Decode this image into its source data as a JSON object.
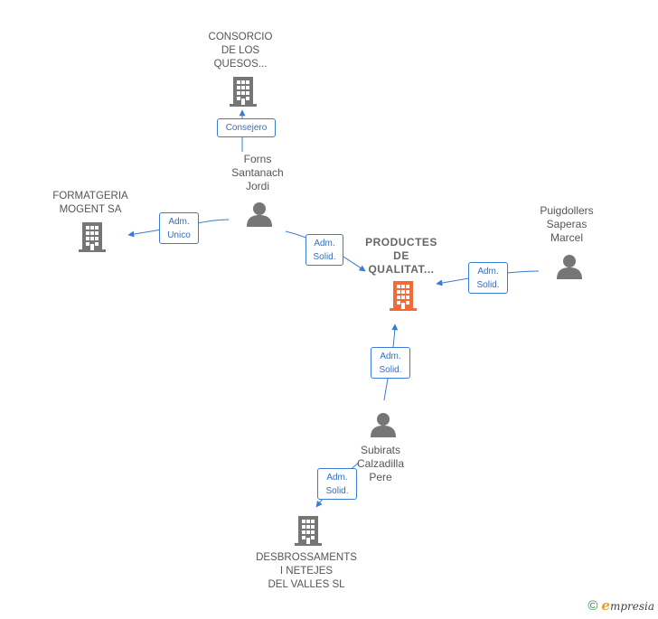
{
  "colors": {
    "accent": "#f26a35",
    "icon": "#767676",
    "edge": "#3a7bd5",
    "text": "#555555"
  },
  "nodes": {
    "consorcio": {
      "lines": [
        "CONSORCIO",
        "DE LOS",
        "QUESOS..."
      ],
      "type": "company"
    },
    "formatgeria": {
      "lines": [
        "FORMATGERIA",
        "MOGENT SA"
      ],
      "type": "company"
    },
    "productes": {
      "lines": [
        "PRODUCTES",
        "DE",
        "QUALITAT..."
      ],
      "type": "company-main"
    },
    "desbrossaments": {
      "lines": [
        "DESBROSSAMENTS",
        "I NETEJES",
        "DEL VALLES SL"
      ],
      "type": "company"
    },
    "forns": {
      "lines": [
        "Forns",
        "Santanach",
        "Jordi"
      ],
      "type": "person"
    },
    "puigdollers": {
      "lines": [
        "Puigdollers",
        "Saperas",
        "Marcel"
      ],
      "type": "person"
    },
    "subirats": {
      "lines": [
        "Subirats",
        "Calzadilla",
        "Pere"
      ],
      "type": "person"
    }
  },
  "edges": {
    "consejero": {
      "lines": [
        "Consejero"
      ]
    },
    "adm_unico": {
      "lines": [
        "Adm.",
        "Unico"
      ]
    },
    "forns_solid": {
      "lines": [
        "Adm.",
        "Solid."
      ]
    },
    "puig_solid": {
      "lines": [
        "Adm.",
        "Solid."
      ]
    },
    "subirats_solid": {
      "lines": [
        "Adm.",
        "Solid."
      ]
    },
    "desbross_solid": {
      "lines": [
        "Adm.",
        "Solid."
      ]
    }
  },
  "footer": {
    "copyright": "©",
    "brand_initial": "e",
    "brand_rest": "mpresia"
  }
}
